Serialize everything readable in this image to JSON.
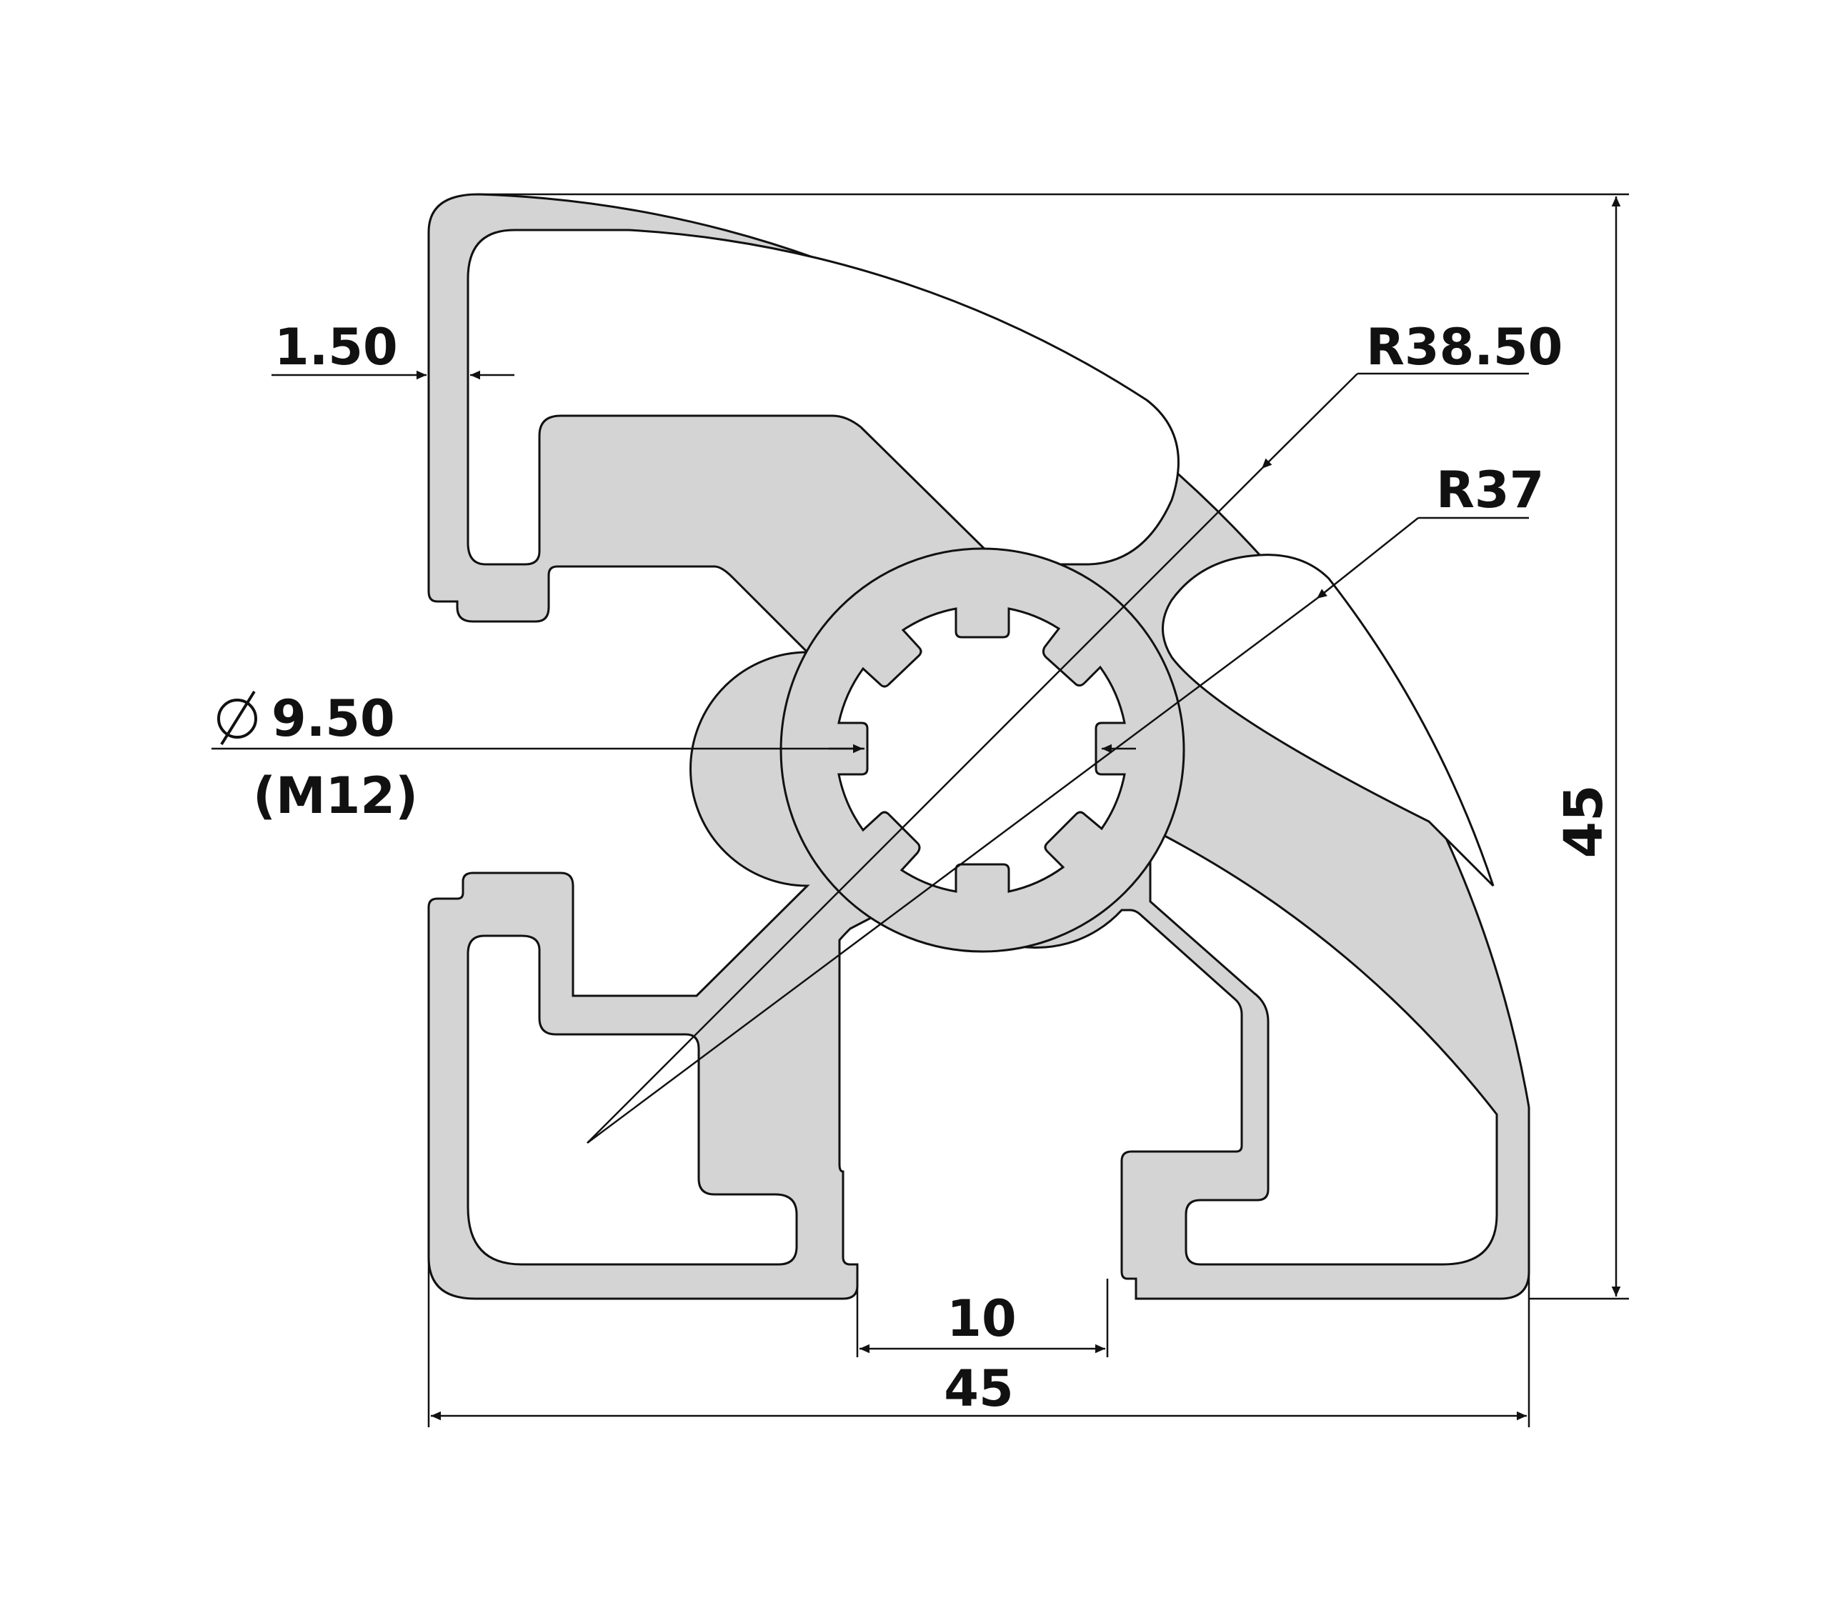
{
  "colors": {
    "profile_fill": "#d4d4d4",
    "outline": "#111111",
    "background": "#ffffff"
  },
  "dimensions": {
    "wall_thickness": "1.50",
    "outer_radius": "R38.50",
    "inner_radius": "R37",
    "bore_diameter": "9.50",
    "thread": "(M12)",
    "slot_width": "10",
    "overall_width": "45",
    "overall_height": "45"
  },
  "symbols": {
    "diameter": "diameter-symbol"
  }
}
